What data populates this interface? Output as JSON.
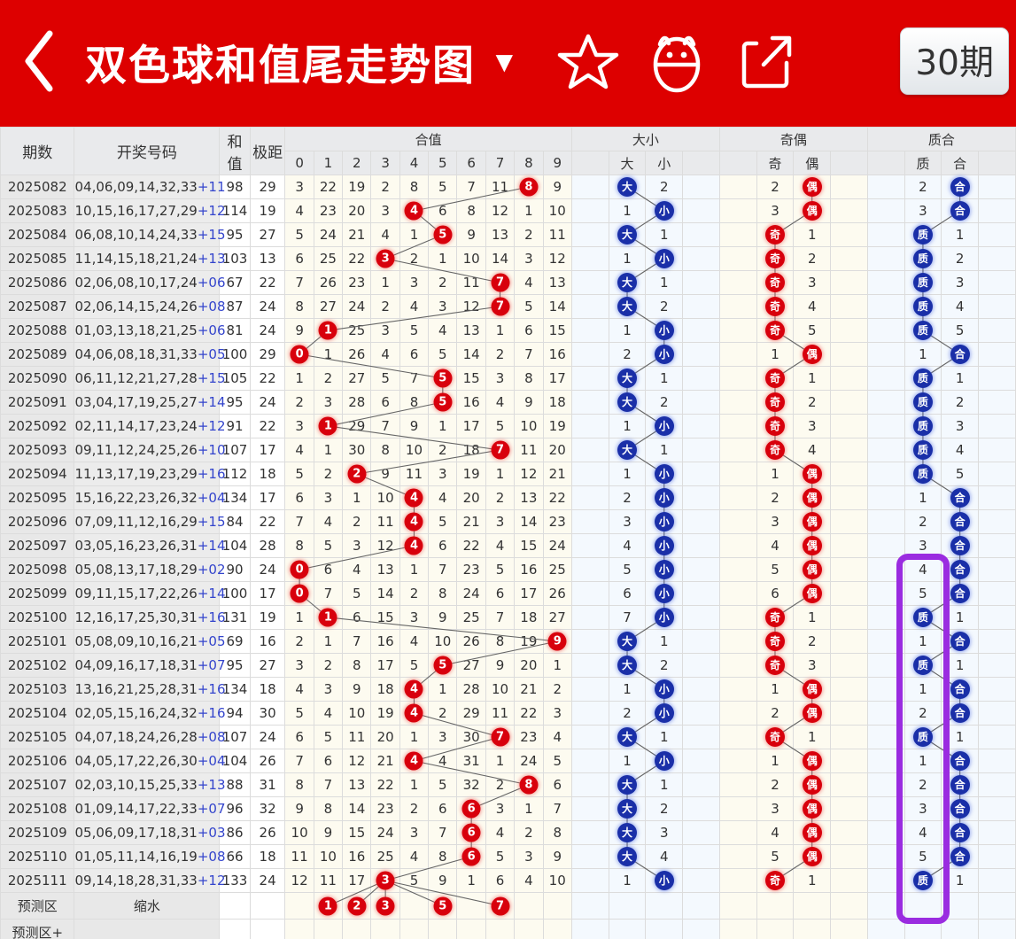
{
  "header": {
    "back_icon": "chevron-left-icon",
    "title": "双色球和值尾走势图",
    "caret": "▼",
    "star_icon": "star-icon",
    "robot_icon": "robot-icon",
    "share_icon": "share-icon",
    "period_badge": "30期"
  },
  "table": {
    "columns": {
      "issue": "期数",
      "numbers": "开奖号码",
      "sum": "和值",
      "span": "极距"
    },
    "groups": [
      {
        "name": "合值",
        "sub": [
          "0",
          "1",
          "2",
          "3",
          "4",
          "5",
          "6",
          "7",
          "8",
          "9"
        ]
      },
      {
        "name": "大小",
        "sub": [
          "",
          "大",
          "小",
          ""
        ]
      },
      {
        "name": "奇偶",
        "sub": [
          "",
          "奇",
          "偶",
          ""
        ]
      },
      {
        "name": "质合",
        "sub": [
          "",
          "质",
          "合",
          ""
        ]
      }
    ]
  },
  "prediction": {
    "label": "预测区",
    "link": "缩水",
    "label2": "预测区+",
    "picks": [
      1,
      2,
      3,
      5,
      7
    ]
  },
  "colors": {
    "brand_red": "#dd0000",
    "ball_red": "#d8000c",
    "ball_blue": "#1a2fa8",
    "highlight_purple": "#9a2ce0",
    "number_red": "#e8342a",
    "number_blue": "#3344cc"
  },
  "chart_data": {
    "type": "table",
    "title": "双色球和值尾走势图",
    "xlabel": "合值 (0-9)",
    "ylabel": "期数",
    "columns": [
      "期数",
      "开奖号码",
      "和值",
      "极距",
      "合值0-9",
      "大小",
      "奇偶",
      "质合"
    ],
    "rows": [
      {
        "issue": "2025082",
        "numbers": "04,06,09,14,32,33",
        "special": "11",
        "sum": 98,
        "span": 29,
        "he_tail": 8,
        "he_counts": [
          3,
          22,
          19,
          2,
          8,
          5,
          7,
          11,
          8,
          9
        ],
        "ds": "大",
        "ds_miss": [
          0,
          2
        ],
        "jo": "偶",
        "jo_miss": [
          2,
          0
        ],
        "zh": "合",
        "zh_miss": [
          2,
          0
        ]
      },
      {
        "issue": "2025083",
        "numbers": "10,15,16,17,27,29",
        "special": "12",
        "sum": 114,
        "span": 19,
        "he_tail": 4,
        "he_counts": [
          4,
          23,
          20,
          3,
          4,
          6,
          8,
          12,
          1,
          10
        ],
        "ds": "小",
        "ds_miss": [
          1,
          0
        ],
        "jo": "偶",
        "jo_miss": [
          3,
          0
        ],
        "zh": "合",
        "zh_miss": [
          3,
          0
        ]
      },
      {
        "issue": "2025084",
        "numbers": "06,08,10,14,24,33",
        "special": "15",
        "sum": 95,
        "span": 27,
        "he_tail": 5,
        "he_counts": [
          5,
          24,
          21,
          4,
          1,
          5,
          9,
          13,
          2,
          11
        ],
        "ds": "大",
        "ds_miss": [
          0,
          1
        ],
        "jo": "奇",
        "jo_miss": [
          0,
          1
        ],
        "zh": "质",
        "zh_miss": [
          0,
          1
        ]
      },
      {
        "issue": "2025085",
        "numbers": "11,14,15,18,21,24",
        "special": "13",
        "sum": 103,
        "span": 13,
        "he_tail": 3,
        "he_counts": [
          6,
          25,
          22,
          3,
          2,
          1,
          10,
          14,
          3,
          12
        ],
        "ds": "小",
        "ds_miss": [
          1,
          0
        ],
        "jo": "奇",
        "jo_miss": [
          0,
          2
        ],
        "zh": "质",
        "zh_miss": [
          0,
          2
        ]
      },
      {
        "issue": "2025086",
        "numbers": "02,06,08,10,17,24",
        "special": "06",
        "sum": 67,
        "span": 22,
        "he_tail": 7,
        "he_counts": [
          7,
          26,
          23,
          1,
          3,
          2,
          11,
          7,
          4,
          13
        ],
        "ds": "大",
        "ds_miss": [
          0,
          1
        ],
        "jo": "奇",
        "jo_miss": [
          0,
          3
        ],
        "zh": "质",
        "zh_miss": [
          0,
          3
        ]
      },
      {
        "issue": "2025087",
        "numbers": "02,06,14,15,24,26",
        "special": "08",
        "sum": 87,
        "span": 24,
        "he_tail": 7,
        "he_counts": [
          8,
          27,
          24,
          2,
          4,
          3,
          12,
          7,
          5,
          14
        ],
        "ds": "大",
        "ds_miss": [
          0,
          2
        ],
        "jo": "奇",
        "jo_miss": [
          0,
          4
        ],
        "zh": "质",
        "zh_miss": [
          0,
          4
        ]
      },
      {
        "issue": "2025088",
        "numbers": "01,03,13,18,21,25",
        "special": "06",
        "sum": 81,
        "span": 24,
        "he_tail": 1,
        "he_counts": [
          9,
          1,
          25,
          3,
          5,
          4,
          13,
          1,
          6,
          15
        ],
        "ds": "小",
        "ds_miss": [
          1,
          0
        ],
        "jo": "奇",
        "jo_miss": [
          0,
          5
        ],
        "zh": "质",
        "zh_miss": [
          0,
          5
        ]
      },
      {
        "issue": "2025089",
        "numbers": "04,06,08,18,31,33",
        "special": "05",
        "sum": 100,
        "span": 29,
        "he_tail": 0,
        "he_counts": [
          0,
          1,
          26,
          4,
          6,
          5,
          14,
          2,
          7,
          16
        ],
        "ds": "小",
        "ds_miss": [
          2,
          0
        ],
        "jo": "偶",
        "jo_miss": [
          1,
          0
        ],
        "zh": "合",
        "zh_miss": [
          1,
          0
        ]
      },
      {
        "issue": "2025090",
        "numbers": "06,11,12,21,27,28",
        "special": "15",
        "sum": 105,
        "span": 22,
        "he_tail": 5,
        "he_counts": [
          1,
          2,
          27,
          5,
          7,
          5,
          15,
          3,
          8,
          17
        ],
        "ds": "大",
        "ds_miss": [
          0,
          1
        ],
        "jo": "奇",
        "jo_miss": [
          0,
          1
        ],
        "zh": "质",
        "zh_miss": [
          0,
          1
        ]
      },
      {
        "issue": "2025091",
        "numbers": "03,04,17,19,25,27",
        "special": "14",
        "sum": 95,
        "span": 24,
        "he_tail": 5,
        "he_counts": [
          2,
          3,
          28,
          6,
          8,
          5,
          16,
          4,
          9,
          18
        ],
        "ds": "大",
        "ds_miss": [
          0,
          2
        ],
        "jo": "奇",
        "jo_miss": [
          0,
          2
        ],
        "zh": "质",
        "zh_miss": [
          0,
          2
        ]
      },
      {
        "issue": "2025092",
        "numbers": "02,11,14,17,23,24",
        "special": "12",
        "sum": 91,
        "span": 22,
        "he_tail": 1,
        "he_counts": [
          3,
          1,
          29,
          7,
          9,
          1,
          17,
          5,
          10,
          19
        ],
        "ds": "小",
        "ds_miss": [
          1,
          0
        ],
        "jo": "奇",
        "jo_miss": [
          0,
          3
        ],
        "zh": "质",
        "zh_miss": [
          0,
          3
        ]
      },
      {
        "issue": "2025093",
        "numbers": "09,11,12,24,25,26",
        "special": "10",
        "sum": 107,
        "span": 17,
        "he_tail": 7,
        "he_counts": [
          4,
          1,
          30,
          8,
          10,
          2,
          18,
          7,
          11,
          20
        ],
        "ds": "大",
        "ds_miss": [
          0,
          1
        ],
        "jo": "奇",
        "jo_miss": [
          0,
          4
        ],
        "zh": "质",
        "zh_miss": [
          0,
          4
        ]
      },
      {
        "issue": "2025094",
        "numbers": "11,13,17,19,23,29",
        "special": "16",
        "sum": 112,
        "span": 18,
        "he_tail": 2,
        "he_counts": [
          5,
          2,
          2,
          9,
          11,
          3,
          19,
          1,
          12,
          21
        ],
        "ds": "小",
        "ds_miss": [
          1,
          0
        ],
        "jo": "偶",
        "jo_miss": [
          1,
          0
        ],
        "zh": "质",
        "zh_miss": [
          0,
          5
        ]
      },
      {
        "issue": "2025095",
        "numbers": "15,16,22,23,26,32",
        "special": "04",
        "sum": 134,
        "span": 17,
        "he_tail": 4,
        "he_counts": [
          6,
          3,
          1,
          10,
          4,
          4,
          20,
          2,
          13,
          22
        ],
        "ds": "小",
        "ds_miss": [
          2,
          0
        ],
        "jo": "偶",
        "jo_miss": [
          2,
          0
        ],
        "zh": "合",
        "zh_miss": [
          1,
          0
        ]
      },
      {
        "issue": "2025096",
        "numbers": "07,09,11,12,16,29",
        "special": "15",
        "sum": 84,
        "span": 22,
        "he_tail": 4,
        "he_counts": [
          7,
          4,
          2,
          11,
          4,
          5,
          21,
          3,
          14,
          23
        ],
        "ds": "小",
        "ds_miss": [
          3,
          0
        ],
        "jo": "偶",
        "jo_miss": [
          3,
          0
        ],
        "zh": "合",
        "zh_miss": [
          2,
          0
        ]
      },
      {
        "issue": "2025097",
        "numbers": "03,05,16,23,26,31",
        "special": "14",
        "sum": 104,
        "span": 28,
        "he_tail": 4,
        "he_counts": [
          8,
          5,
          3,
          12,
          4,
          6,
          22,
          4,
          15,
          24
        ],
        "ds": "小",
        "ds_miss": [
          4,
          0
        ],
        "jo": "偶",
        "jo_miss": [
          4,
          0
        ],
        "zh": "合",
        "zh_miss": [
          3,
          0
        ]
      },
      {
        "issue": "2025098",
        "numbers": "05,08,13,17,18,29",
        "special": "02",
        "sum": 90,
        "span": 24,
        "he_tail": 0,
        "he_counts": [
          0,
          6,
          4,
          13,
          1,
          7,
          23,
          5,
          16,
          25
        ],
        "ds": "小",
        "ds_miss": [
          5,
          0
        ],
        "jo": "偶",
        "jo_miss": [
          5,
          0
        ],
        "zh": "合",
        "zh_miss": [
          4,
          0
        ]
      },
      {
        "issue": "2025099",
        "numbers": "09,11,15,17,22,26",
        "special": "14",
        "sum": 100,
        "span": 17,
        "he_tail": 0,
        "he_counts": [
          0,
          7,
          5,
          14,
          2,
          8,
          24,
          6,
          17,
          26
        ],
        "ds": "小",
        "ds_miss": [
          6,
          0
        ],
        "jo": "偶",
        "jo_miss": [
          6,
          0
        ],
        "zh": "合",
        "zh_miss": [
          5,
          0
        ]
      },
      {
        "issue": "2025100",
        "numbers": "12,16,17,25,30,31",
        "special": "16",
        "sum": 131,
        "span": 19,
        "he_tail": 1,
        "he_counts": [
          1,
          1,
          6,
          15,
          3,
          9,
          25,
          7,
          18,
          27
        ],
        "ds": "小",
        "ds_miss": [
          7,
          0
        ],
        "jo": "奇",
        "jo_miss": [
          0,
          1
        ],
        "zh": "质",
        "zh_miss": [
          0,
          1
        ]
      },
      {
        "issue": "2025101",
        "numbers": "05,08,09,10,16,21",
        "special": "05",
        "sum": 69,
        "span": 16,
        "he_tail": 9,
        "he_counts": [
          2,
          1,
          7,
          16,
          4,
          10,
          26,
          8,
          19,
          9
        ],
        "ds": "大",
        "ds_miss": [
          0,
          1
        ],
        "jo": "奇",
        "jo_miss": [
          0,
          2
        ],
        "zh": "合",
        "zh_miss": [
          1,
          0
        ]
      },
      {
        "issue": "2025102",
        "numbers": "04,09,16,17,18,31",
        "special": "07",
        "sum": 95,
        "span": 27,
        "he_tail": 5,
        "he_counts": [
          3,
          2,
          8,
          17,
          5,
          5,
          27,
          9,
          20,
          1
        ],
        "ds": "大",
        "ds_miss": [
          0,
          2
        ],
        "jo": "奇",
        "jo_miss": [
          0,
          3
        ],
        "zh": "质",
        "zh_miss": [
          0,
          1
        ]
      },
      {
        "issue": "2025103",
        "numbers": "13,16,21,25,28,31",
        "special": "16",
        "sum": 134,
        "span": 18,
        "he_tail": 4,
        "he_counts": [
          4,
          3,
          9,
          18,
          4,
          1,
          28,
          10,
          21,
          2
        ],
        "ds": "小",
        "ds_miss": [
          1,
          0
        ],
        "jo": "偶",
        "jo_miss": [
          1,
          0
        ],
        "zh": "合",
        "zh_miss": [
          1,
          0
        ]
      },
      {
        "issue": "2025104",
        "numbers": "02,05,15,16,24,32",
        "special": "16",
        "sum": 94,
        "span": 30,
        "he_tail": 4,
        "he_counts": [
          5,
          4,
          10,
          19,
          4,
          2,
          29,
          11,
          22,
          3
        ],
        "ds": "小",
        "ds_miss": [
          2,
          0
        ],
        "jo": "偶",
        "jo_miss": [
          2,
          0
        ],
        "zh": "合",
        "zh_miss": [
          2,
          0
        ]
      },
      {
        "issue": "2025105",
        "numbers": "04,07,18,24,26,28",
        "special": "08",
        "sum": 107,
        "span": 24,
        "he_tail": 7,
        "he_counts": [
          6,
          5,
          11,
          20,
          1,
          3,
          30,
          7,
          23,
          4
        ],
        "ds": "大",
        "ds_miss": [
          0,
          1
        ],
        "jo": "奇",
        "jo_miss": [
          0,
          1
        ],
        "zh": "质",
        "zh_miss": [
          0,
          1
        ]
      },
      {
        "issue": "2025106",
        "numbers": "04,05,17,22,26,30",
        "special": "04",
        "sum": 104,
        "span": 26,
        "he_tail": 4,
        "he_counts": [
          7,
          6,
          12,
          21,
          4,
          4,
          31,
          1,
          24,
          5
        ],
        "ds": "小",
        "ds_miss": [
          1,
          0
        ],
        "jo": "偶",
        "jo_miss": [
          1,
          0
        ],
        "zh": "合",
        "zh_miss": [
          1,
          0
        ]
      },
      {
        "issue": "2025107",
        "numbers": "02,03,10,15,25,33",
        "special": "13",
        "sum": 88,
        "span": 31,
        "he_tail": 8,
        "he_counts": [
          8,
          7,
          13,
          22,
          1,
          5,
          32,
          2,
          8,
          6
        ],
        "ds": "大",
        "ds_miss": [
          0,
          1
        ],
        "jo": "偶",
        "jo_miss": [
          2,
          0
        ],
        "zh": "合",
        "zh_miss": [
          2,
          0
        ]
      },
      {
        "issue": "2025108",
        "numbers": "01,09,14,17,22,33",
        "special": "07",
        "sum": 96,
        "span": 32,
        "he_tail": 6,
        "he_counts": [
          9,
          8,
          14,
          23,
          2,
          6,
          6,
          3,
          1,
          7
        ],
        "ds": "大",
        "ds_miss": [
          0,
          2
        ],
        "jo": "偶",
        "jo_miss": [
          3,
          0
        ],
        "zh": "合",
        "zh_miss": [
          3,
          0
        ]
      },
      {
        "issue": "2025109",
        "numbers": "05,06,09,17,18,31",
        "special": "03",
        "sum": 86,
        "span": 26,
        "he_tail": 6,
        "he_counts": [
          10,
          9,
          15,
          24,
          3,
          7,
          6,
          4,
          2,
          8
        ],
        "ds": "大",
        "ds_miss": [
          0,
          3
        ],
        "jo": "偶",
        "jo_miss": [
          4,
          0
        ],
        "zh": "合",
        "zh_miss": [
          4,
          0
        ]
      },
      {
        "issue": "2025110",
        "numbers": "01,05,11,14,16,19",
        "special": "08",
        "sum": 66,
        "span": 18,
        "he_tail": 6,
        "he_counts": [
          11,
          10,
          16,
          25,
          4,
          8,
          6,
          5,
          3,
          9
        ],
        "ds": "大",
        "ds_miss": [
          0,
          4
        ],
        "jo": "偶",
        "jo_miss": [
          5,
          0
        ],
        "zh": "合",
        "zh_miss": [
          5,
          0
        ]
      },
      {
        "issue": "2025111",
        "numbers": "09,14,18,28,31,33",
        "special": "12",
        "sum": 133,
        "span": 24,
        "he_tail": 3,
        "he_counts": [
          12,
          11,
          17,
          3,
          5,
          9,
          1,
          6,
          4,
          10
        ],
        "ds": "小",
        "ds_miss": [
          1,
          0
        ],
        "jo": "奇",
        "jo_miss": [
          0,
          1
        ],
        "zh": "质",
        "zh_miss": [
          0,
          1
        ]
      }
    ]
  }
}
